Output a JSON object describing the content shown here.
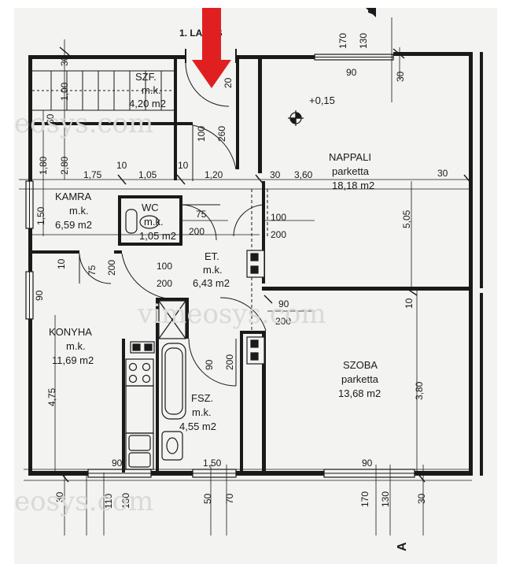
{
  "plan": {
    "entrance_label": "1. LAKÁS",
    "section_marker_top": "A",
    "section_marker_bottom": "A",
    "elevation": "+0,15",
    "watermark_top": "eosys.com",
    "watermark_mid": "vimeosys.com",
    "watermark_bottom": "eosys.com"
  },
  "rooms": {
    "szf": {
      "name": "SZF.",
      "floor": "m.k.",
      "area": "4,20 m2"
    },
    "kamra": {
      "name": "KAMRA",
      "floor": "m.k.",
      "area": "6,59 m2"
    },
    "wc": {
      "name": "WC",
      "floor": "m.k.",
      "area": "1,05 m2"
    },
    "et": {
      "name": "ET.",
      "floor": "m.k.",
      "area": "6,43 m2"
    },
    "konyha": {
      "name": "KONYHA",
      "floor": "m.k.",
      "area": "11,69 m2"
    },
    "fsz": {
      "name": "FSZ.",
      "floor": "m.k.",
      "area": "4,55 m2"
    },
    "nappali": {
      "name": "NAPPALI",
      "floor": "parketta",
      "area": "18,18 m2"
    },
    "szoba": {
      "name": "SZOBA",
      "floor": "parketta",
      "area": "13,68 m2"
    }
  },
  "dimensions": {
    "d170_top": "170",
    "d130_top": "130",
    "d90_top": "90",
    "d30_top_right": "30",
    "d30_top_left": "30",
    "d100_stair": "1,00",
    "d30_stair": "30",
    "d20": "20",
    "d100_door": "100",
    "d260": "260",
    "d180": "1,80",
    "d280": "2,80",
    "d175": "1,75",
    "d10_a": "10",
    "d105": "1,05",
    "d10_b": "10",
    "d120": "1,20",
    "d30_c": "30",
    "d360": "3,60",
    "d30_right": "30",
    "d150_left": "1,50",
    "d75_wc": "75",
    "d200_wc": "200",
    "d100_n": "100",
    "d200_n": "200",
    "d505": "5,05",
    "d10_left": "10",
    "d75_k": "75",
    "d200_k": "200",
    "d100_et": "100",
    "d200_et": "200",
    "d90_s": "90",
    "d200_s": "200",
    "d10_right": "10",
    "d90_left": "90",
    "d90_fsz": "90",
    "d200_fsz": "200",
    "d475": "4,75",
    "d380": "3,80",
    "d90_bot_l": "90",
    "d150_bot": "1,50",
    "d90_bot_r": "90",
    "d30_bot_l": "30",
    "d110": "110",
    "d130_bot": "130",
    "d50": "50",
    "d70": "70",
    "d170_bot": "170",
    "d130_bot_r": "130",
    "d30_bot_r": "30"
  },
  "colors": {
    "arrow": "#e02020",
    "ink": "#1a1a1a",
    "paper": "#f3f3f1"
  }
}
